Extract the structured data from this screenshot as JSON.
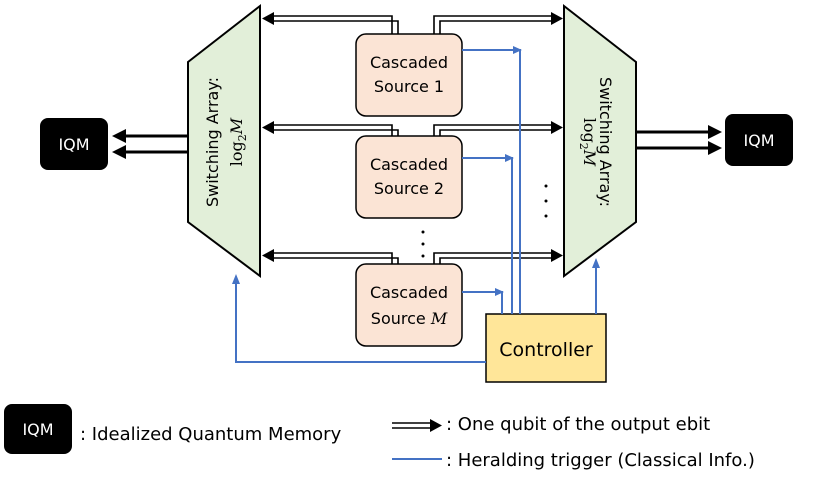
{
  "iqm_left": {
    "label": "IQM"
  },
  "iqm_right": {
    "label": "IQM"
  },
  "switch_left": {
    "line1": "Switching Array:",
    "line2": "log",
    "sub": "2",
    "var": "M"
  },
  "switch_right": {
    "line1": "Switching Array:",
    "line2": "log",
    "sub": "2",
    "var": "M"
  },
  "sources": [
    {
      "line1": "Cascaded",
      "line2": "Source 1"
    },
    {
      "line1": "Cascaded",
      "line2": "Source 2"
    },
    {
      "line1": "Cascaded",
      "line2": "Source ",
      "var": "M"
    }
  ],
  "controller": {
    "label": "Controller"
  },
  "legend": {
    "iqm_box": "IQM",
    "iqm_desc": ": Idealized Quantum Memory",
    "qubit_desc": ": One qubit of the output ebit",
    "trigger_desc": ": Heralding trigger (Classical Info.)"
  },
  "colors": {
    "switch_fill": "#e2efd9",
    "source_fill": "#fbe4d5",
    "controller_fill": "#ffe699",
    "trigger": "#4472c4",
    "iqm_fill": "#000000"
  }
}
